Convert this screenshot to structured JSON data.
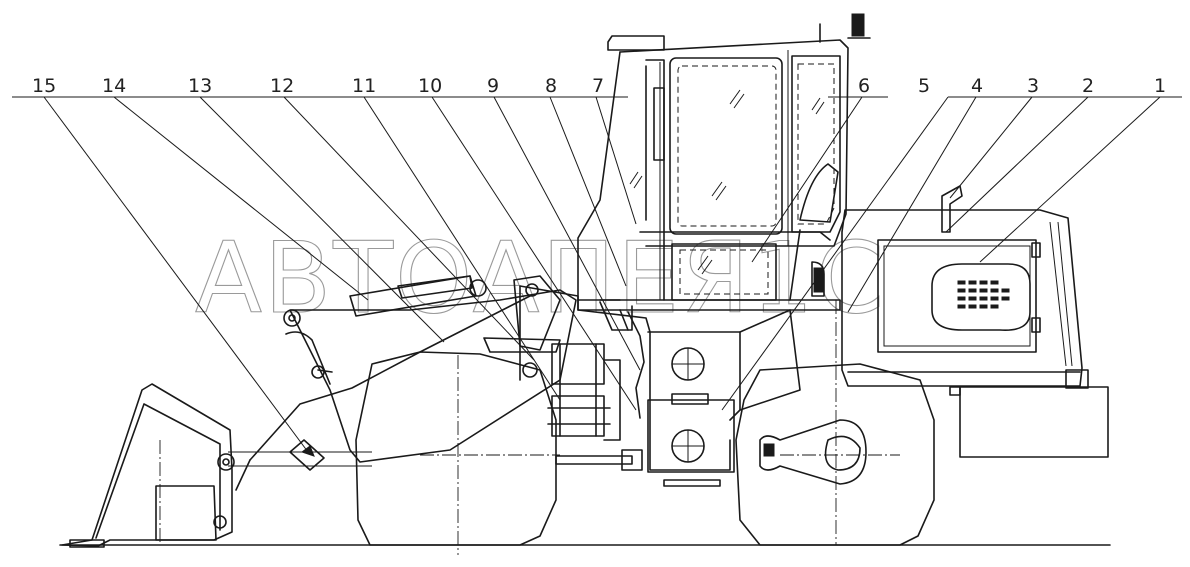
{
  "watermark": "ABTOAПEЯ1C",
  "callouts": [
    {
      "label": "1"
    },
    {
      "label": "2"
    },
    {
      "label": "3"
    },
    {
      "label": "4"
    },
    {
      "label": "5"
    },
    {
      "label": "6"
    },
    {
      "label": "7"
    },
    {
      "label": "8"
    },
    {
      "label": "9"
    },
    {
      "label": "10"
    },
    {
      "label": "11"
    },
    {
      "label": "12"
    },
    {
      "label": "13"
    },
    {
      "label": "14"
    },
    {
      "label": "15"
    }
  ]
}
